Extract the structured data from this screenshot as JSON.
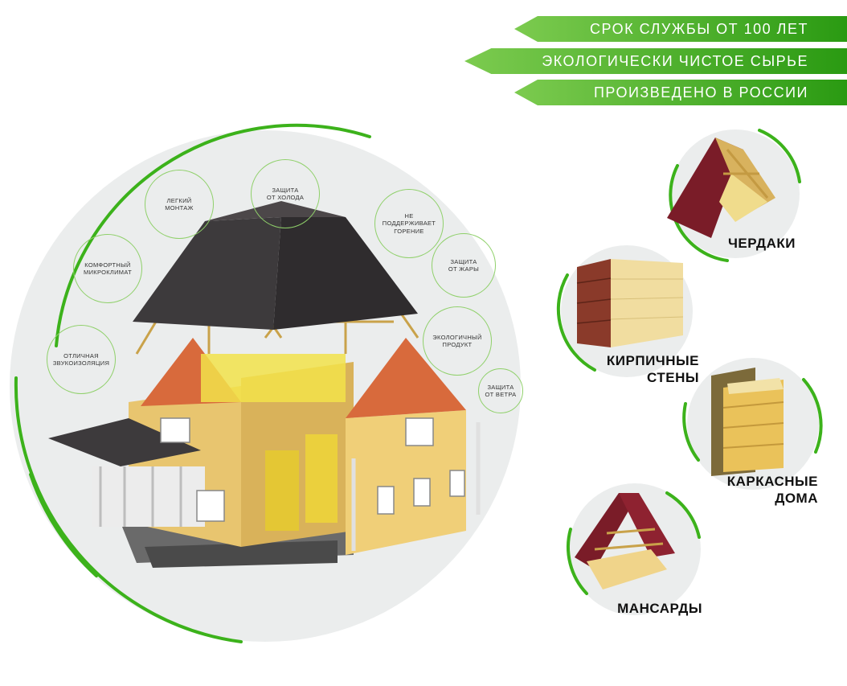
{
  "colors": {
    "brand_green": "#3cb21b",
    "brand_green_light": "#8fd66a",
    "circle_fill": "#ebeded",
    "label_text": "#111111"
  },
  "banners": [
    {
      "text": "СРОК СЛУЖБЫ ОТ 100 ЛЕТ"
    },
    {
      "text": "ЭКОЛОГИЧЕСКИ ЧИСТОЕ СЫРЬЕ"
    },
    {
      "text": "ПРОИЗВЕДЕНО В РОССИИ"
    }
  ],
  "features": [
    {
      "text": "ЗАЩИТА\nОТ ХОЛОДА"
    },
    {
      "text": "ЛЕГКИЙ\nМОНТАЖ"
    },
    {
      "text": "НЕ\nПОДДЕРЖИВАЕТ\nГОРЕНИЕ"
    },
    {
      "text": "КОМФОРТНЫЙ\nМИКРОКЛИМАТ"
    },
    {
      "text": "ЗАЩИТА\nОТ ЖАРЫ"
    },
    {
      "text": "ЭКОЛОГИЧНЫЙ\nПРОДУКТ"
    },
    {
      "text": "ОТЛИЧНАЯ\nЗВУКОИЗОЛЯЦИЯ"
    },
    {
      "text": "ЗАЩИТА\nОТ ВЕТРА"
    }
  ],
  "categories": [
    {
      "label": "ЧЕРДАКИ",
      "icon": "attic-roof-icon"
    },
    {
      "label": "КИРПИЧНЫЕ\nСТЕНЫ",
      "icon": "brick-wall-icon"
    },
    {
      "label": "КАРКАСНЫЕ\nДОМА",
      "icon": "frame-wall-icon"
    },
    {
      "label": "МАНСАРДЫ",
      "icon": "mansard-roof-icon"
    }
  ],
  "illustration": {
    "icon": "house-cutaway-icon"
  }
}
